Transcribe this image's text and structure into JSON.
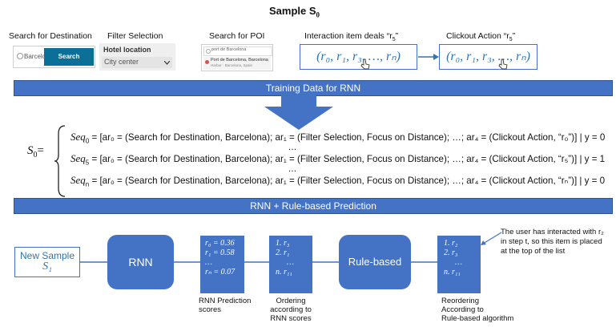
{
  "title": "Sample S",
  "title_sub": "0",
  "steps": {
    "search_dest_label": "Search for Destination",
    "filter_label": "Filter Selection",
    "poi_label": "Search for POI",
    "interaction_label": "Interaction item deals “r",
    "interaction_sub": "5",
    "interaction_end": "”",
    "clickout_label": "Clickout Action “r",
    "clickout_sub": "5",
    "clickout_end": "”"
  },
  "search_widget": {
    "input_value": "Barcelona",
    "button": "Search"
  },
  "filter_widget": {
    "heading": "Hotel location",
    "selected": "City center"
  },
  "poi_widget": {
    "query": "port de Barcelona",
    "result": "Port de Barcelona, Barcelona",
    "result_sub": "Harbor · Barcelona, Spain"
  },
  "rseq": "(r₀, r₁, r₃, …, rₙ)",
  "training_bar": "Training Data for RNN",
  "s0_label": "S",
  "s0_sub": "0",
  "s0_eq": "=",
  "sequences": [
    {
      "seq": "Seq",
      "sub": "0",
      "text": " = [ar₀ = (Search for Destination, Barcelona); ar₁ = (Filter Selection, Focus on Distance); …; ar₄ = (Clickout Action, “r₀”)] | y = 0"
    },
    {
      "seq": "Seq",
      "sub": "5",
      "text": " = [ar₀ = (Search for Destination, Barcelona); ar₁ = (Filter Selection, Focus on Distance); …; ar₄ = (Clickout Action, “r₅”)] | y = 1"
    },
    {
      "seq": "Seq",
      "sub": "n",
      "text": " = [ar₀ = (Search for Destination, Barcelona); ar₁ = (Filter Selection, Focus on Distance); …; ar₄ = (Clickout Action, “rₙ”)] | y = 0"
    }
  ],
  "ellipsis": "…",
  "rnn_bar": "RNN + Rule-based Prediction",
  "new_sample": {
    "line1": "New Sample",
    "line2": "S₁"
  },
  "rnn_box": "RNN",
  "scores": {
    "l1": "r₀ = 0.36",
    "l2": "r₁ = 0.58",
    "l3": "…",
    "l4": "rₙ = 0.07",
    "caption1": "RNN Prediction",
    "caption2": "scores"
  },
  "ordering": {
    "l1": "1.   r₃",
    "l2": "2.   r₁",
    "l3": "…",
    "l4": "n.   r₁₁",
    "caption1": "Ordering",
    "caption2": "according to",
    "caption3": "RNN scores"
  },
  "rule_box": "Rule-based",
  "reorder": {
    "l1": "1.   r₂",
    "l2": "2.   r₃",
    "l3": "…",
    "l4": "n.   r₁₁",
    "caption1": "Reordering",
    "caption2": "According to",
    "caption3": "Rule-based algorithm"
  },
  "note": {
    "l1": "The user has interacted with r₂",
    "l2": "in step t, so this item is placed",
    "l3": "at the top of the list"
  },
  "colors": {
    "accent": "#4472c4",
    "text_blue": "#2e75b6"
  }
}
